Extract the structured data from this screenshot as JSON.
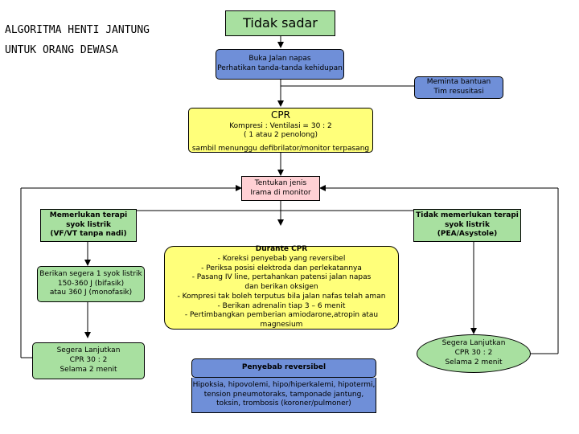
{
  "title": {
    "line1": "ALGORITMA HENTI JANTUNG",
    "line2": "UNTUK ORANG DEWASA"
  },
  "nodes": {
    "unconscious": {
      "text": "Tidak sadar"
    },
    "airway": {
      "line1": "Buka Jalan napas",
      "line2": "Perhatikan tanda-tanda kehidupan"
    },
    "call_help": {
      "line1": "Meminta bantuan",
      "line2": "Tim resusitasi"
    },
    "cpr": {
      "heading": "CPR",
      "line1": "Kompresi : Ventilasi = 30 : 2",
      "line2": "( 1 atau 2 penolong)",
      "line3": "sambil menunggu defibrilator/monitor terpasang"
    },
    "assess": {
      "line1": "Tentukan jenis",
      "line2": "Irama di monitor"
    },
    "shockable": {
      "line1": "Memerlukan terapi",
      "line2": "syok listrik",
      "line3": "(VF/VT tanpa nadi)"
    },
    "non_shockable": {
      "line1": "Tidak memerlukan terapi",
      "line2": "syok listrik",
      "line3": "(PEA/Asystole)"
    },
    "shock": {
      "line1": "Berikan segera 1 syok listrik",
      "line2": "150-360 J (bifasik)",
      "line3": "atau 360 J (monofasik)"
    },
    "during_cpr": {
      "heading": "Durante CPR",
      "items": [
        "- Koreksi penyebab yang reversibel",
        "- Periksa posisi elektroda dan perlekatannya",
        "- Pasang IV line, pertahankan patensi jalan napas",
        "dan berikan oksigen",
        "- Kompresi tak boleh terputus bila jalan nafas telah aman",
        "- Berikan adrenalin tiap 3 – 6 menit",
        "- Pertimbangkan pemberian amiodarone,atropin atau magnesium"
      ]
    },
    "continue_left": {
      "line1": "Segera Lanjutkan",
      "line2": "CPR 30 : 2",
      "line3": "Selama 2 menit"
    },
    "continue_right": {
      "line1": "Segera Lanjutkan",
      "line2": "CPR 30 : 2",
      "line3": "Selama 2 menit"
    },
    "reversible_title": {
      "text": "Penyebab reversibel"
    },
    "reversible_list": {
      "line1": "Hipoksia, hipovolemi, hipo/hiperkalemi, hipotermi,",
      "line2": "tension pneumotoraks, tamponade jantung,",
      "line3": "toksin, trombosis (koroner/pulmoner)"
    }
  },
  "colors": {
    "green": "#a8e0a0",
    "blue": "#6f8fd8",
    "yellow": "#ffff7a",
    "pink": "#ffd0d4"
  }
}
